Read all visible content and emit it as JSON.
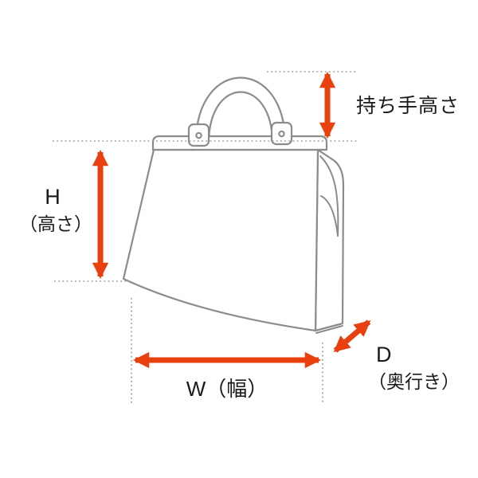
{
  "labels": {
    "handle_height": "持ち手高さ",
    "height_letter": "H",
    "height_caption": "（高さ）",
    "width": "W（幅）",
    "depth_letter": "D",
    "depth_caption": "（奥行き）"
  },
  "colors": {
    "arrow_red": "#e8400e",
    "bag_outline": "#8c8c8c",
    "guide_gray": "#9a9a9a",
    "text": "#1a1a1a"
  }
}
